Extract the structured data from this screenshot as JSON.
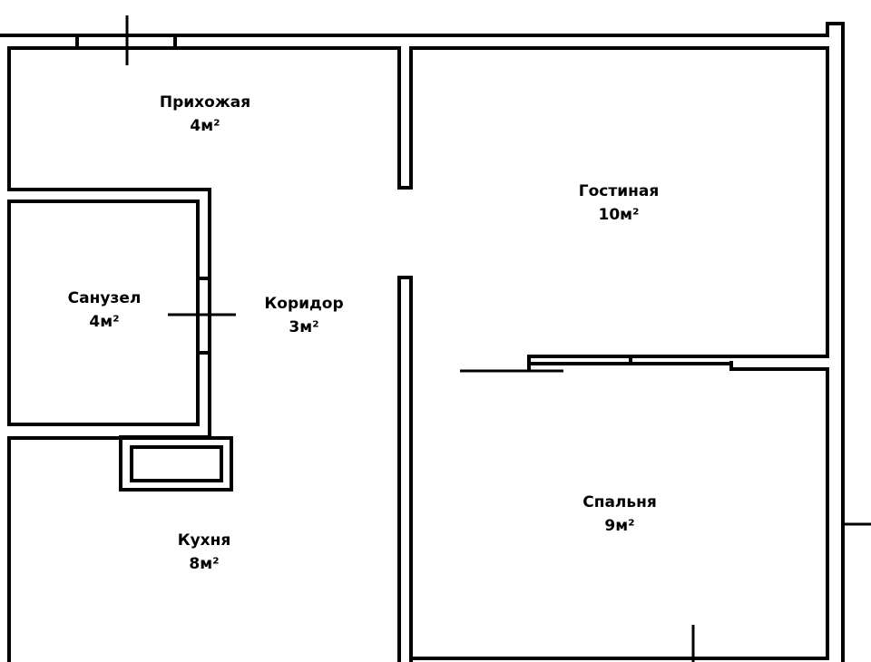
{
  "plan": {
    "wall_color": "#000000",
    "background": "#ffffff",
    "rooms": [
      {
        "id": "hallway",
        "name": "Прихожая",
        "area": "4м²"
      },
      {
        "id": "living",
        "name": "Гостиная",
        "area": "10м²"
      },
      {
        "id": "bathroom",
        "name": "Санузел",
        "area": "4м²"
      },
      {
        "id": "corridor",
        "name": "Коридор",
        "area": "3м²"
      },
      {
        "id": "kitchen",
        "name": "Кухня",
        "area": "8м²"
      },
      {
        "id": "bedroom",
        "name": "Спальня",
        "area": "9м²"
      }
    ]
  }
}
